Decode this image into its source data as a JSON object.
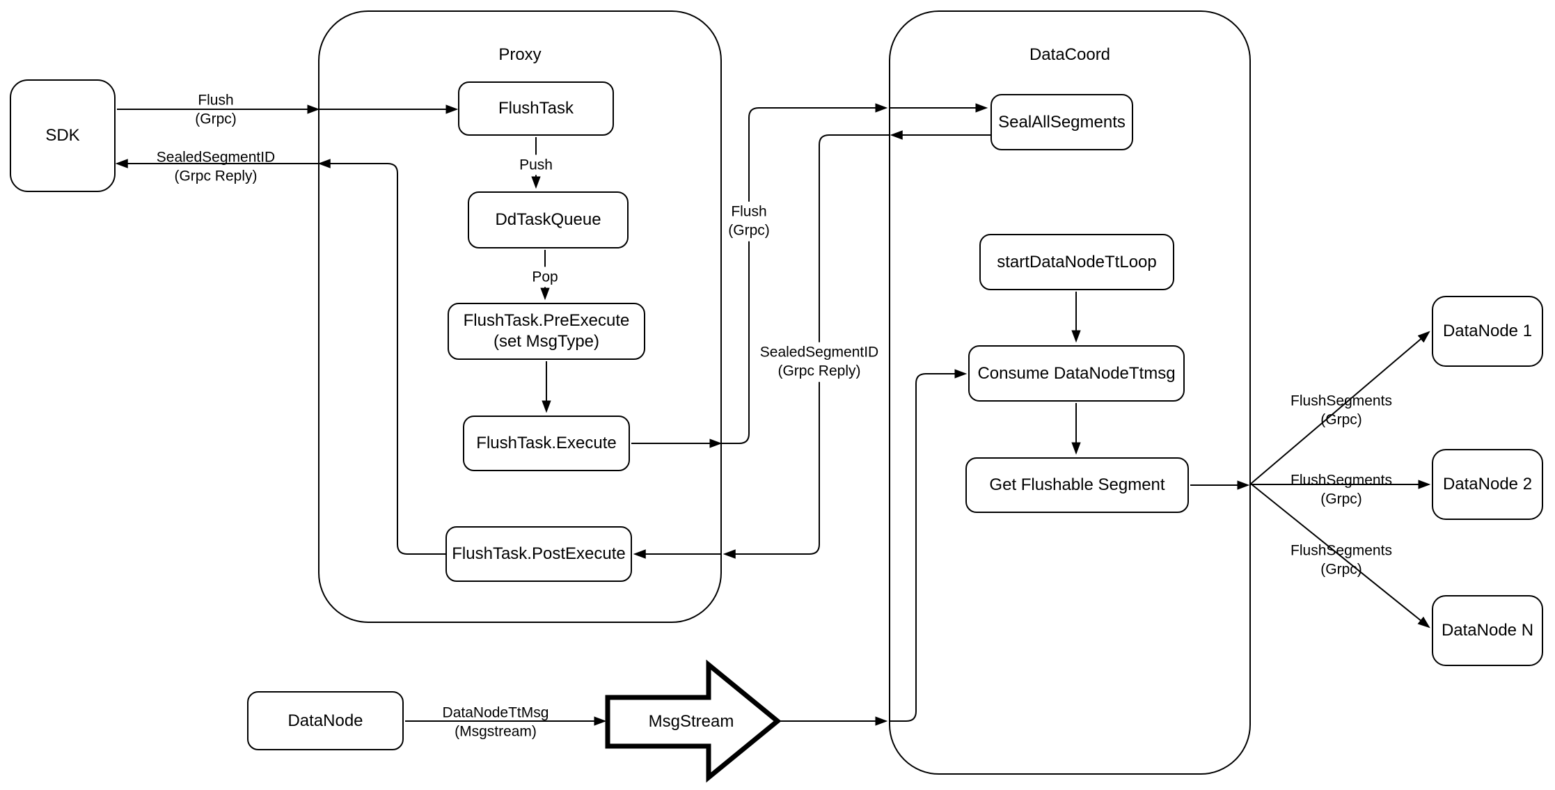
{
  "diagram": {
    "containers": {
      "proxy": {
        "title": "Proxy"
      },
      "datacoord": {
        "title": "DataCoord"
      }
    },
    "nodes": {
      "sdk": {
        "label": "SDK"
      },
      "flush_task": {
        "label": "FlushTask"
      },
      "dd_task_queue": {
        "label": "DdTaskQueue"
      },
      "pre_execute": {
        "label": "FlushTask.PreExecute\n(set MsgType)"
      },
      "execute": {
        "label": "FlushTask.Execute"
      },
      "post_execute": {
        "label": "FlushTask.PostExecute"
      },
      "seal_all_segments": {
        "label": "SealAllSegments"
      },
      "start_datanode_tt_loop": {
        "label": "startDataNodeTtLoop"
      },
      "consume_datanode_ttmsg": {
        "label": "Consume DataNodeTtmsg"
      },
      "get_flushable_segment": {
        "label": "Get Flushable Segment"
      },
      "datanode_1": {
        "label": "DataNode 1"
      },
      "datanode_2": {
        "label": "DataNode 2"
      },
      "datanode_n": {
        "label": "DataNode N"
      },
      "datanode_source": {
        "label": "DataNode"
      },
      "msgstream": {
        "label": "MsgStream"
      }
    },
    "edge_labels": {
      "flush_sdk": "Flush\n(Grpc)",
      "sealed_sdk": "SealedSegmentID\n(Grpc Reply)",
      "push": "Push",
      "pop": "Pop",
      "flush_mid": "Flush\n(Grpc)",
      "sealed_mid": "SealedSegmentID\n(Grpc Reply)",
      "flush_segments_1": "FlushSegments\n(Grpc)",
      "flush_segments_2": "FlushSegments\n(Grpc)",
      "flush_segments_3": "FlushSegments\n(Grpc)",
      "datanode_ttmsg": "DataNodeTtMsg\n(Msgstream)"
    },
    "colors": {
      "line": "#000000",
      "node_background": "#ffffff"
    }
  }
}
